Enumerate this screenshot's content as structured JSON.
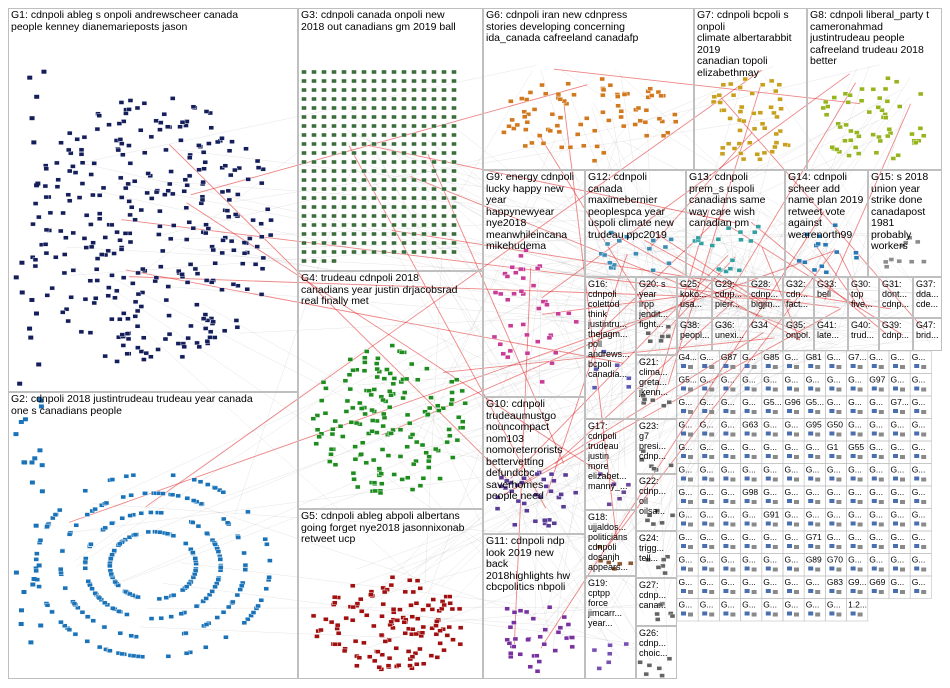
{
  "groups": [
    {
      "id": "g1",
      "label": "G1: cdnpoli ableg s onpoli andrewscheer canada\npeople kenney dianemarieposts jason",
      "color": "#141e5a"
    },
    {
      "id": "g2",
      "label": "G2: cdnpoli 2018 justintrudeau trudeau year canada\none s canadians people",
      "color": "#1a73b8"
    },
    {
      "id": "g3",
      "label": "G3: cdnpoli canada onpoli new\n2018 out canadians gm 2019 ball",
      "color": "#3c6e3c"
    },
    {
      "id": "g4",
      "label": "G4: trudeau cdnpoli 2018\ncanadians year justin drjacobsrad\nreal finally met",
      "color": "#1e8c1e"
    },
    {
      "id": "g5",
      "label": "G5: cdnpoli ableg abpoli albertans\ngoing forget nye2018 jasonnixonab\nretweet ucp",
      "color": "#a01010"
    },
    {
      "id": "g6",
      "label": "G6: cdnpoli iran new cdnpress\nstories developing concerning\nida_canada cafreeland canadafp",
      "color": "#d2781e"
    },
    {
      "id": "g7",
      "label": "G7: cdnpoli bcpoli s onpoli\nclimate albertarabbit 2019\ncanadian topoli\nelizabethmay",
      "color": "#c8a01e"
    },
    {
      "id": "g8",
      "label": "G8: cdnpoli liberal_party t\ncameronahmad\njustintrudeau people\ncafreeland trudeau 2018\nbetter",
      "color": "#96b41e"
    },
    {
      "id": "g9",
      "label": "G9: energy cdnpoli\nlucky happy new\nyear\nhappynewyear\nnye2018\nmeanwhileincana\nmikehudema",
      "color": "#c83c96"
    },
    {
      "id": "g10",
      "label": "G10: cdnpoli\ntrudeaumustgo\nnouncompact\nnom103\nnomoreterrorists\nbettervetting\ndefundcbc\nsaverhomes\npeople need",
      "color": "#5a3c96"
    },
    {
      "id": "g11",
      "label": "G11: cdnpoli ndp\nlook 2019 new\nback\n2018highlights hw\ncbcpolitics nbpoli",
      "color": "#7832a0"
    },
    {
      "id": "g12",
      "label": "G12: cdnpoli\ncanada\nmaximebernier\npeoplespca year\nuspoli climate new\ntrudeau ppc2019",
      "color": "#3c8cb4"
    },
    {
      "id": "g13",
      "label": "G13: cdnpoli\nprem_s uspoli\ncanadians same\nway care wish\ncanadian pm",
      "color": "#32a0a0"
    },
    {
      "id": "g14",
      "label": "G14: cdnpoli\nscheer add\nname plan 2019\nretweet vote\nagainst\nwearenorth99",
      "color": "#2878b4"
    },
    {
      "id": "g15",
      "label": "G15: s 2018\nunion year\nstrike done\ncanadapost\n1981\nprobably\nworkers",
      "color": "#8c8c8c"
    },
    {
      "id": "g16",
      "label": "G16:\ncdnpoli\ncolettod\nthink\njustintru...\nthejagm...\npoll\nandrews...\nbcpoli\ncanadia...",
      "color": "#5a5ab4"
    },
    {
      "id": "g17",
      "label": "G17:\ncdnpoli\ntrudeau\njustin\nmore\nelizabet...\nmanny_...",
      "color": "#6e4696"
    },
    {
      "id": "g18",
      "label": "G18:\nujjaldos...\npoliticians\ncdnpoli\ndosanjh\nappears...",
      "color": "#8c5a32"
    },
    {
      "id": "g19",
      "label": "G19:\ncptpp\nforce\njimcarr...\nyear...",
      "color": "#7850b4"
    },
    {
      "id": "g20",
      "label": "G20: s\nyear\nirpp\njendit...\nfight...",
      "color": "#646464"
    },
    {
      "id": "g21",
      "label": "G21:\nclima...\ngreta...\njkenn...",
      "color": "#646464"
    },
    {
      "id": "g22",
      "label": "G22:\ncdnp...\noil\noilsa...",
      "color": "#646464"
    },
    {
      "id": "g23",
      "label": "G23:\ng7\npresi...\ncdnp...",
      "color": "#646464"
    },
    {
      "id": "g24",
      "label": "G24:\ntrigg...\ntell...",
      "color": "#646464"
    },
    {
      "id": "g25",
      "label": "G25:\nkoko...\nusa...",
      "color": "#646464"
    },
    {
      "id": "g26",
      "label": "G26:\ncdnp...\nchoic...",
      "color": "#646464"
    },
    {
      "id": "g27",
      "label": "G27:\ncdnp...\ncana...",
      "color": "#646464"
    },
    {
      "id": "g28",
      "label": "G28:\ncdnp...\nbigjm...",
      "color": "#646464"
    },
    {
      "id": "g29",
      "label": "G29:\ncdnp...\npierr...",
      "color": "#646464"
    },
    {
      "id": "g30",
      "label": "G30:\ntop\nfive...",
      "color": "#646464"
    },
    {
      "id": "g31",
      "label": "G31:\ndont...\ncdnp...",
      "color": "#646464"
    },
    {
      "id": "g32",
      "label": "G32:\ncdn...\nfact...",
      "color": "#646464"
    },
    {
      "id": "g33",
      "label": "G33:\nbell",
      "color": "#646464"
    },
    {
      "id": "g34",
      "label": "G34",
      "color": "#646464"
    },
    {
      "id": "g35",
      "label": "G35:\nonpol...",
      "color": "#646464"
    },
    {
      "id": "g36",
      "label": "G36:\nunexi...",
      "color": "#646464"
    },
    {
      "id": "g37",
      "label": "G37:\ndda...\ncde...",
      "color": "#646464"
    },
    {
      "id": "g38",
      "label": "G38:\npeopl...",
      "color": "#646464"
    },
    {
      "id": "g39",
      "label": "G39:\ncdnp...",
      "color": "#646464"
    },
    {
      "id": "g40",
      "label": "G40:\ntrud...",
      "color": "#646464"
    },
    {
      "id": "g41",
      "label": "G41:\nlate...",
      "color": "#646464"
    },
    {
      "id": "g47",
      "label": "G47:\nbrid...",
      "color": "#646464"
    }
  ],
  "tiny_labels": [
    "G4...",
    "G...",
    "G87",
    "G...",
    "G85",
    "G...",
    "G81",
    "G...",
    "G7...",
    "G...",
    "G...",
    "G...",
    "G5...",
    "G...",
    "G...",
    "G...",
    "G...",
    "G...",
    "G...",
    "G...",
    "G...",
    "G97",
    "G...",
    "G...",
    "G...",
    "G...",
    "G...",
    "G...",
    "G5...",
    "G96",
    "G5...",
    "G...",
    "G...",
    "G...",
    "G7...",
    "G...",
    "G...",
    "G...",
    "G...",
    "G63",
    "G...",
    "G...",
    "G95",
    "G50",
    "G...",
    "G...",
    "G...",
    "G...",
    "G...",
    "G...",
    "G...",
    "G...",
    "G...",
    "G...",
    "G...",
    "G1",
    "G55",
    "G...",
    "G...",
    "G...",
    "G...",
    "G...",
    "G...",
    "G...",
    "G...",
    "G...",
    "G...",
    "G...",
    "G...",
    "G...",
    "G...",
    "G...",
    "G...",
    "G...",
    "G...",
    "G98",
    "G...",
    "G...",
    "G...",
    "G...",
    "G...",
    "G...",
    "G...",
    "G...",
    "G...",
    "G...",
    "G...",
    "G...",
    "G91",
    "G...",
    "G...",
    "G...",
    "G...",
    "G...",
    "G...",
    "G...",
    "G...",
    "G...",
    "G...",
    "G...",
    "G...",
    "G...",
    "G71",
    "G...",
    "G...",
    "G...",
    "G...",
    "G...",
    "G...",
    "G...",
    "G...",
    "G...",
    "G...",
    "G...",
    "G89",
    "G70",
    "G...",
    "G...",
    "G...",
    "G...",
    "G...",
    "G...",
    "G...",
    "G...",
    "G...",
    "G...",
    "G...",
    "G83",
    "G9...",
    "G69",
    "G...",
    "G...",
    "G...",
    "G...",
    "G...",
    "G...",
    "G...",
    "G...",
    "G...",
    "G...",
    "1.2..."
  ],
  "colors": {
    "background": "#ffffff",
    "box_border": "#bfbfbf",
    "edge_gray": "#b4b4b4",
    "edge_red": "#e02020"
  }
}
